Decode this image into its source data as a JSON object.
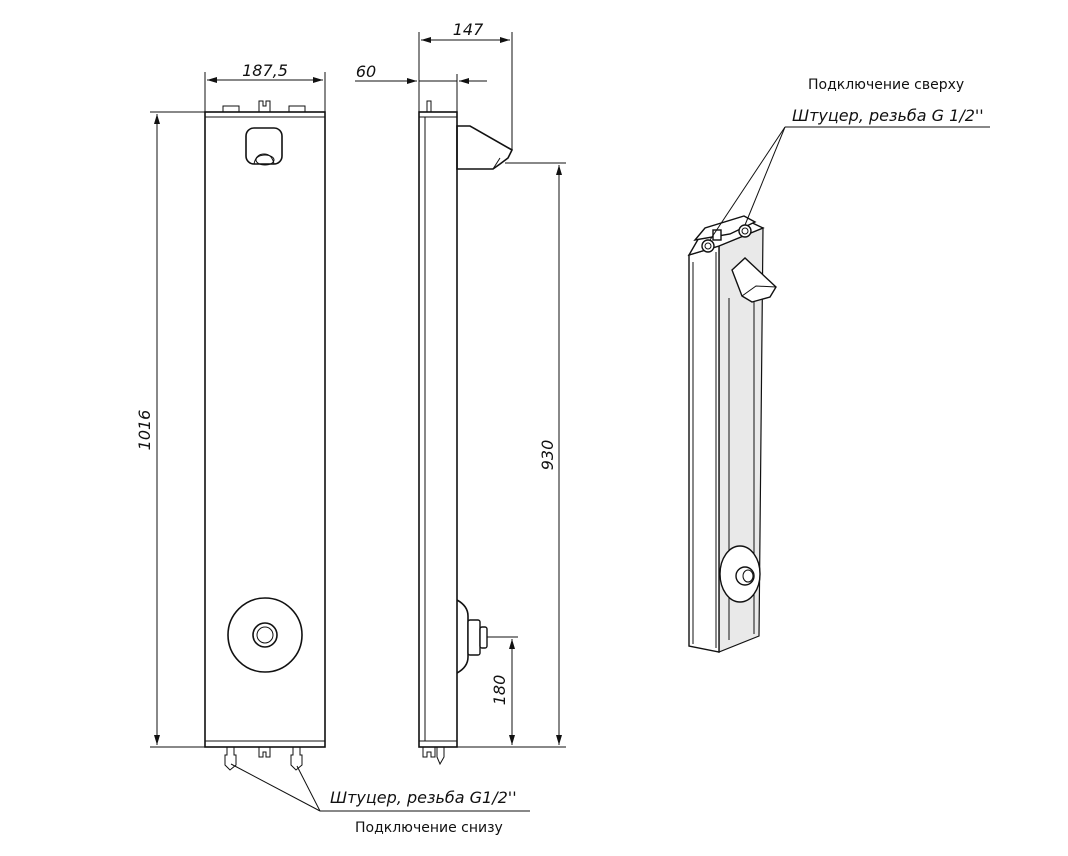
{
  "dimensions": {
    "front_width": "187,5",
    "height_total": "1016",
    "side_depth": "60",
    "spout_reach": "147",
    "spout_height": "930",
    "button_height": "180"
  },
  "annotations": {
    "top_thread": "Штуцер, резьба G 1/2''",
    "top_connection": "Подключение сверху",
    "bottom_thread": "Штуцер, резьба G1/2''",
    "bottom_connection": "Подключение снизу"
  }
}
